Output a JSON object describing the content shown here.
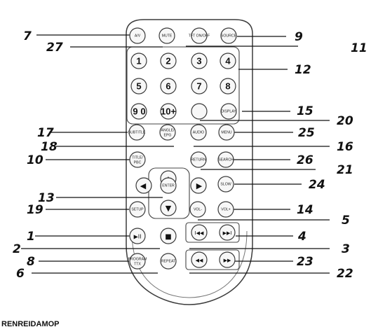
{
  "remote": {
    "buttons": {
      "av": "A/V",
      "mute": "MUTE",
      "tft_onoff": "TFT ON/OFF",
      "source": "SOURCE",
      "n1": "1",
      "n2": "2",
      "n3": "3",
      "n4": "4",
      "n5": "5",
      "n6": "6",
      "n7": "7",
      "n8": "8",
      "n9": "9",
      "n0": "0",
      "n10plus": "10+",
      "display": "DISPLAY",
      "subtitle": "SUBTITLE",
      "angle_epg_1": "ANGLE/",
      "angle_epg_2": "EPG",
      "audio": "AUDIO",
      "menu": "MENU",
      "title_pbc_1": "TITLE/",
      "title_pbc_2": "PBC",
      "return": "RETURN",
      "search": "SEARCH",
      "enter": "ENTER",
      "slow": "SLOW",
      "setup": "SETUP",
      "vol_minus": "VOL-",
      "vol_plus": "VOL+",
      "program_1": "PROGRAM",
      "program_2": "TTX",
      "repeat": "REPEAT"
    },
    "symbols": {
      "up": "▲",
      "down": "▼",
      "left": "◀",
      "right": "▶",
      "play_pause": "▶II",
      "stop": "■",
      "prev": "I◀◀",
      "next": "▶▶I",
      "rewind": "◀◀",
      "fast_forward": "▶▶"
    }
  },
  "callouts": {
    "c1": "1",
    "c2": "2",
    "c3": "3",
    "c4": "4",
    "c5": "5",
    "c6": "6",
    "c7": "7",
    "c8": "8",
    "c9": "9",
    "c10": "10",
    "c11": "11",
    "c12": "12",
    "c13": "13",
    "c14": "14",
    "c15": "15",
    "c16": "16",
    "c17": "17",
    "c18": "18",
    "c19": "19",
    "c20": "20",
    "c21": "21",
    "c22": "22",
    "c23": "23",
    "c24": "24",
    "c25": "25",
    "c26": "26",
    "c27": "27"
  },
  "footer_text": "RENREIDAMOP"
}
